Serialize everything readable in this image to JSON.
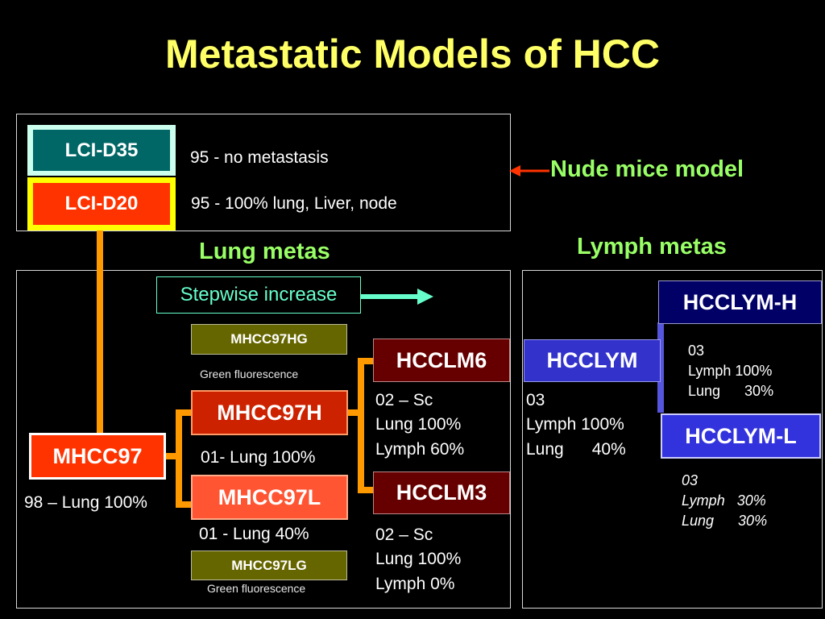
{
  "title": "Metastatic Models of HCC",
  "top_panel": {
    "lci_d35": {
      "label": "LCI-D35",
      "note": "95 - no metastasis"
    },
    "lci_d20": {
      "label": "LCI-D20",
      "note": "95 - 100% lung, Liver, node"
    },
    "pointer_label": "Nude mice model"
  },
  "headers": {
    "lung": "Lung metas",
    "lymph": "Lymph metas"
  },
  "stepwise": {
    "label": "Stepwise increase"
  },
  "lung_panel": {
    "mhcc97": {
      "label": "MHCC97",
      "note": "98 – Lung 100%"
    },
    "mhcc97hg": {
      "label": "MHCC97HG",
      "note": "Green fluorescence"
    },
    "mhcc97h": {
      "label": "MHCC97H",
      "note": "01- Lung 100%"
    },
    "mhcc97l": {
      "label": "MHCC97L",
      "note": "01 - Lung 40%"
    },
    "mhcc97lg": {
      "label": "MHCC97LG",
      "note": "Green fluorescence"
    },
    "hcclm6": {
      "label": "HCCLM6",
      "lines": [
        "02 – Sc",
        "Lung 100%",
        "Lymph 60%"
      ]
    },
    "hcclm3": {
      "label": "HCCLM3",
      "lines": [
        "02 – Sc",
        "Lung 100%",
        "Lymph  0%"
      ]
    }
  },
  "lymph_panel": {
    "hcclym": {
      "label": "HCCLYM",
      "lines": [
        "03",
        "Lymph 100%",
        "Lung      40%"
      ]
    },
    "hcclym_h": {
      "label": "HCCLYM-H",
      "lines": [
        "03",
        "Lymph 100%",
        "Lung      30%"
      ]
    },
    "hcclym_l": {
      "label": "HCCLYM-L",
      "lines": [
        "03",
        "Lymph   30%",
        "Lung      30%"
      ]
    }
  },
  "colors": {
    "title": "#ffff66",
    "header_green": "#99ff66",
    "teal_box": "#006666",
    "orange_red": "#ff3300",
    "dark_red": "#660000",
    "olive": "#666600",
    "blue": "#3333cc",
    "connector": "#ff9900",
    "arrow_teal": "#66ffcc"
  }
}
